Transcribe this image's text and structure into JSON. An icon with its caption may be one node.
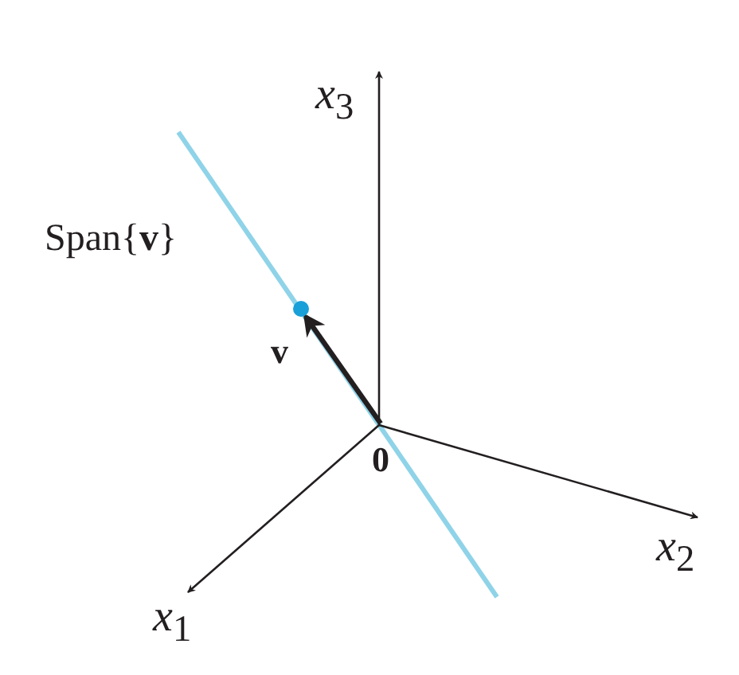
{
  "diagram": {
    "nodes": [
      {
        "text": [
          "0"
        ]
      },
      {
        "text": [],
        "shape": "circle"
      }
    ],
    "edges": [
      {
        "from": 0,
        "to": 1,
        "arrow": "to",
        "label": "v"
      }
    ],
    "labels": [
      "*x*$_{3}$",
      "Span{**v**}",
      "*x*$_{2}$",
      "*x*$_{1}$"
    ]
  }
}
